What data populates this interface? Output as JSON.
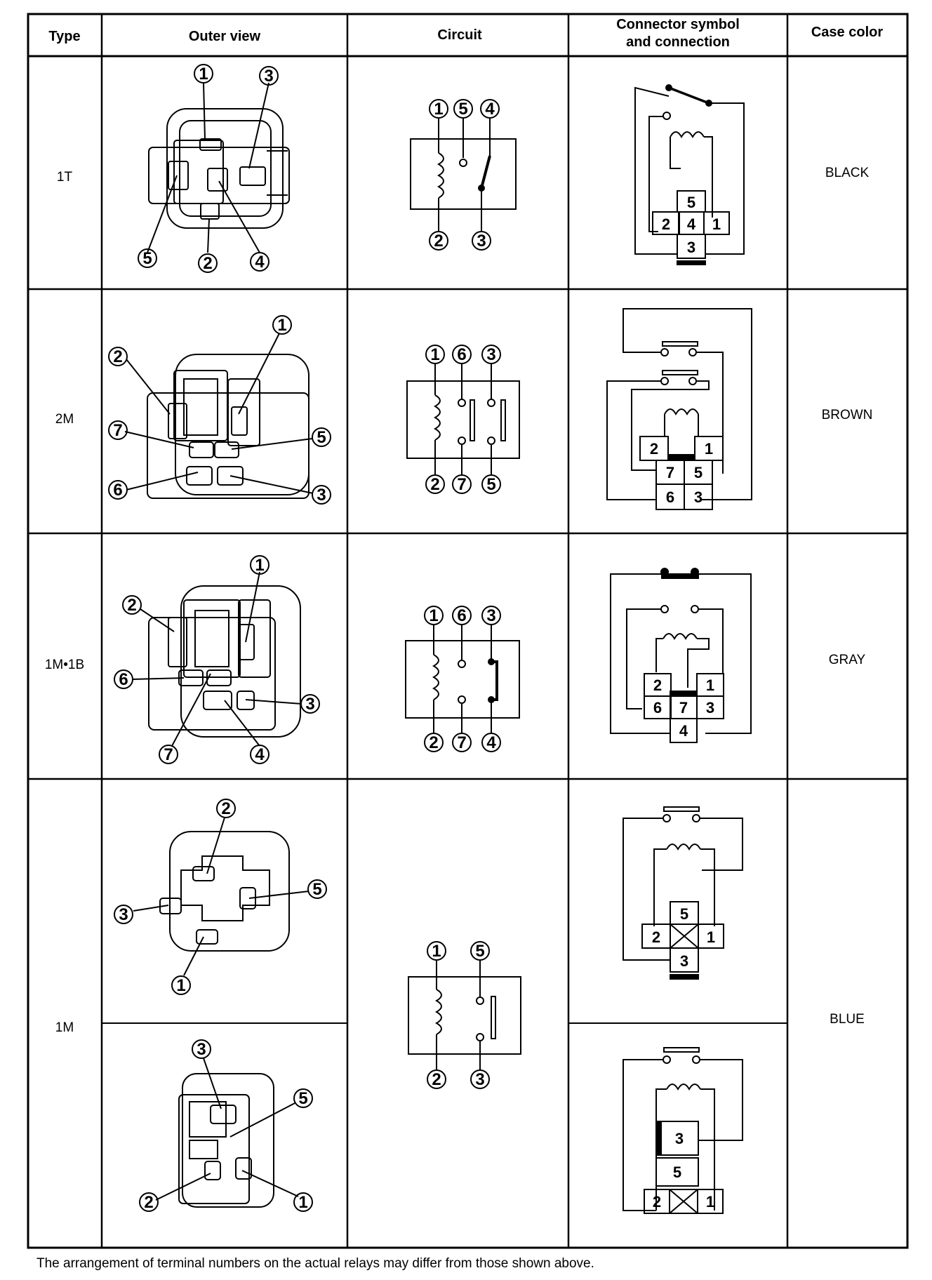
{
  "headers": {
    "type": "Type",
    "outer_view": "Outer view",
    "circuit": "Circuit",
    "connector_line1": "Connector symbol",
    "connector_line2": "and connection",
    "case_color": "Case color"
  },
  "rows": [
    {
      "type": "1T",
      "case_color": "BLACK",
      "outer_pins": [
        "1",
        "3",
        "5",
        "2",
        "4"
      ],
      "circuit_pins_top": [
        "1",
        "5",
        "4"
      ],
      "circuit_pins_bottom": [
        "2",
        "3"
      ],
      "connector_cells": [
        "5",
        "2",
        "4",
        "1",
        "3"
      ]
    },
    {
      "type": "2M",
      "case_color": "BROWN",
      "outer_pins": [
        "1",
        "2",
        "7",
        "5",
        "6",
        "3"
      ],
      "circuit_pins_top": [
        "1",
        "6",
        "3"
      ],
      "circuit_pins_bottom": [
        "2",
        "7",
        "5"
      ],
      "connector_cells": [
        "2",
        "1",
        "7",
        "5",
        "6",
        "3"
      ]
    },
    {
      "type": "1M•1B",
      "case_color": "GRAY",
      "outer_pins": [
        "1",
        "2",
        "6",
        "3",
        "7",
        "4"
      ],
      "circuit_pins_top": [
        "1",
        "6",
        "3"
      ],
      "circuit_pins_bottom": [
        "2",
        "7",
        "4"
      ],
      "connector_cells": [
        "2",
        "1",
        "6",
        "7",
        "3",
        "4"
      ]
    },
    {
      "type": "1M",
      "case_color": "BLUE",
      "outer_pins_a": [
        "2",
        "3",
        "5",
        "1"
      ],
      "outer_pins_b": [
        "3",
        "5",
        "2",
        "1"
      ],
      "circuit_pins_top": [
        "1",
        "5"
      ],
      "circuit_pins_bottom": [
        "2",
        "3"
      ],
      "connector_cells_a": [
        "5",
        "2",
        "1",
        "3"
      ],
      "connector_cells_b": [
        "3",
        "5",
        "2",
        "1"
      ]
    }
  ],
  "footnote": "The arrangement of terminal numbers on the actual relays may differ from those shown above."
}
